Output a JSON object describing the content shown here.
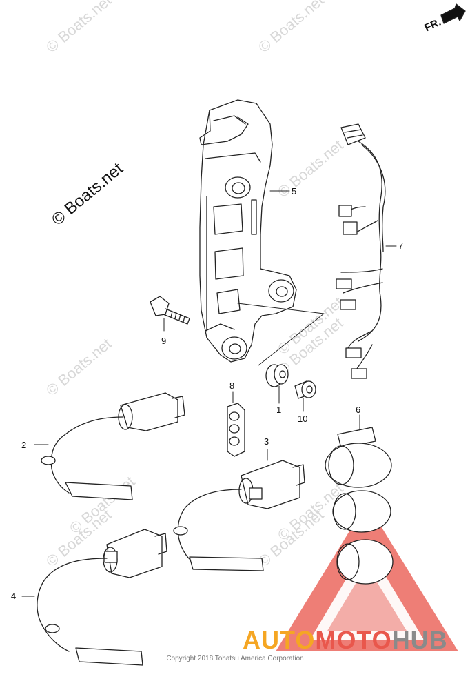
{
  "watermarks": [
    "© Boats.net",
    "© Boats.net",
    "© Boats.net",
    "© Boats.net",
    "© Boats.net",
    "© Boats.net",
    "© Boats.net",
    "© Boats.net",
    "© Boats.net",
    "© Boats.net"
  ],
  "main_watermark": "© Boats.net",
  "direction_label": "FR.",
  "callouts": {
    "c1": "1",
    "c2": "2",
    "c3": "3",
    "c4": "4",
    "c5": "5",
    "c6": "6",
    "c7": "7",
    "c8": "8",
    "c9": "9",
    "c10": "10"
  },
  "copyright": "Copyright 2018 Tohatsu America Corporation",
  "logo": {
    "part1": "AUTO",
    "part2": "MOTO",
    "part3": "HUB"
  },
  "colors": {
    "logo_triangle": "#e9574c",
    "logo_orange": "#f5a623",
    "logo_gray": "#8a8a8a"
  }
}
